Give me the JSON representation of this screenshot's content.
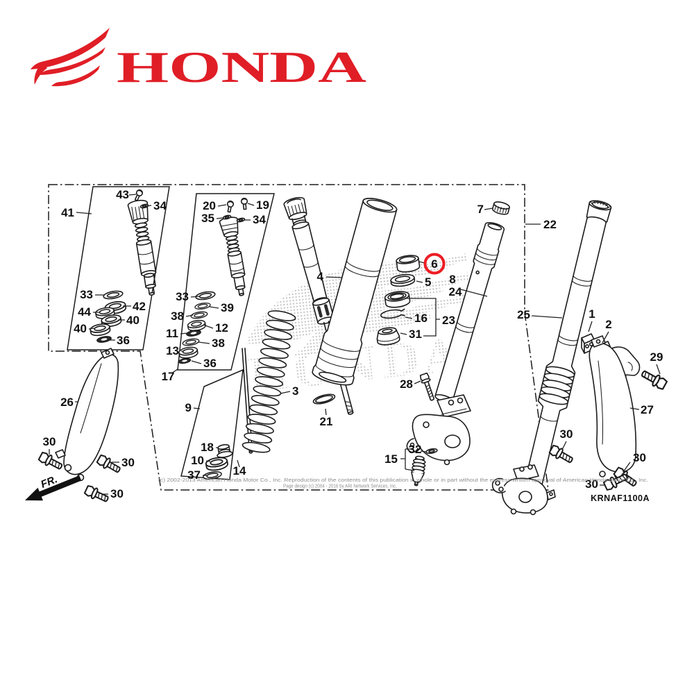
{
  "brand": {
    "name": "HONDA",
    "color": "#e01e26"
  },
  "watermark": {
    "text": "HONDA"
  },
  "diagram": {
    "code": "KRNAF1100A",
    "front_marker": "FR.",
    "highlight": {
      "callout": "6",
      "color": "#ed1c24"
    },
    "callouts": {
      "c41": "41",
      "c43": "43",
      "c34a": "34",
      "c33a": "33",
      "c42": "42",
      "c44": "44",
      "c40a": "40",
      "c40b": "40",
      "c36a": "36",
      "c20": "20",
      "c19": "19",
      "c35": "35",
      "c34b": "34",
      "c33b": "33",
      "c39": "39",
      "c38a": "38",
      "c12": "12",
      "c11": "11",
      "c38b": "38",
      "c13": "13",
      "c36b": "36",
      "c17": "17",
      "c9": "9",
      "c18": "18",
      "c10": "10",
      "c37": "37",
      "c14": "14",
      "c3": "3",
      "c21": "21",
      "c4": "4",
      "c5": "5",
      "c6": "6",
      "c16": "16",
      "c23": "23",
      "c31": "31",
      "c8": "8",
      "c24": "24",
      "c7": "7",
      "c28": "28",
      "c15": "15",
      "c32": "32",
      "c22": "22",
      "c25": "25",
      "c1": "1",
      "c2": "2",
      "c29": "29",
      "c27": "27",
      "c26": "26",
      "c30a": "30",
      "c30b": "30",
      "c30c": "30",
      "c30d": "30",
      "c30e": "30",
      "c30f": "30"
    }
  },
  "footer": {
    "line1": "(c) 2002-2013 American Honda Motor Co., Inc. Reproduction of the contents of this publication in whole or in part without the express written approval of American Honda Motor Co., Inc.",
    "line2": "Page design (c) 2004 - 2016 by ARI Network Services, Inc."
  }
}
